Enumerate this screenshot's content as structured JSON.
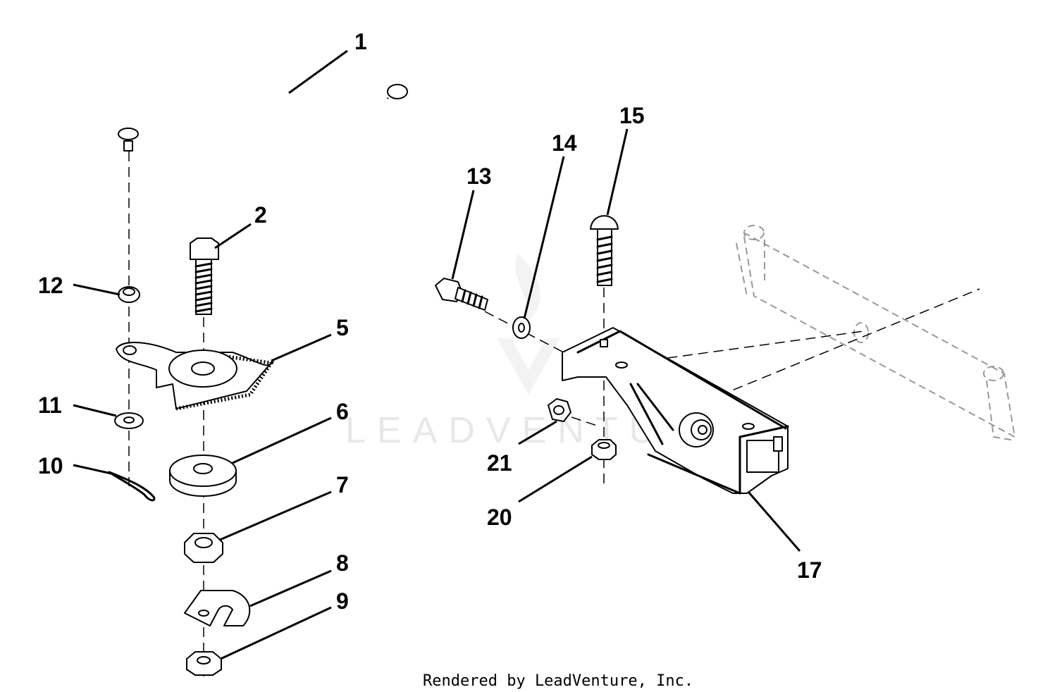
{
  "callouts": [
    "1",
    "2",
    "5",
    "6",
    "7",
    "8",
    "9",
    "10",
    "11",
    "12",
    "13",
    "14",
    "15",
    "17",
    "20",
    "21"
  ],
  "footer": "Rendered by LeadVenture, Inc.",
  "watermark": "LEADVENTURE"
}
